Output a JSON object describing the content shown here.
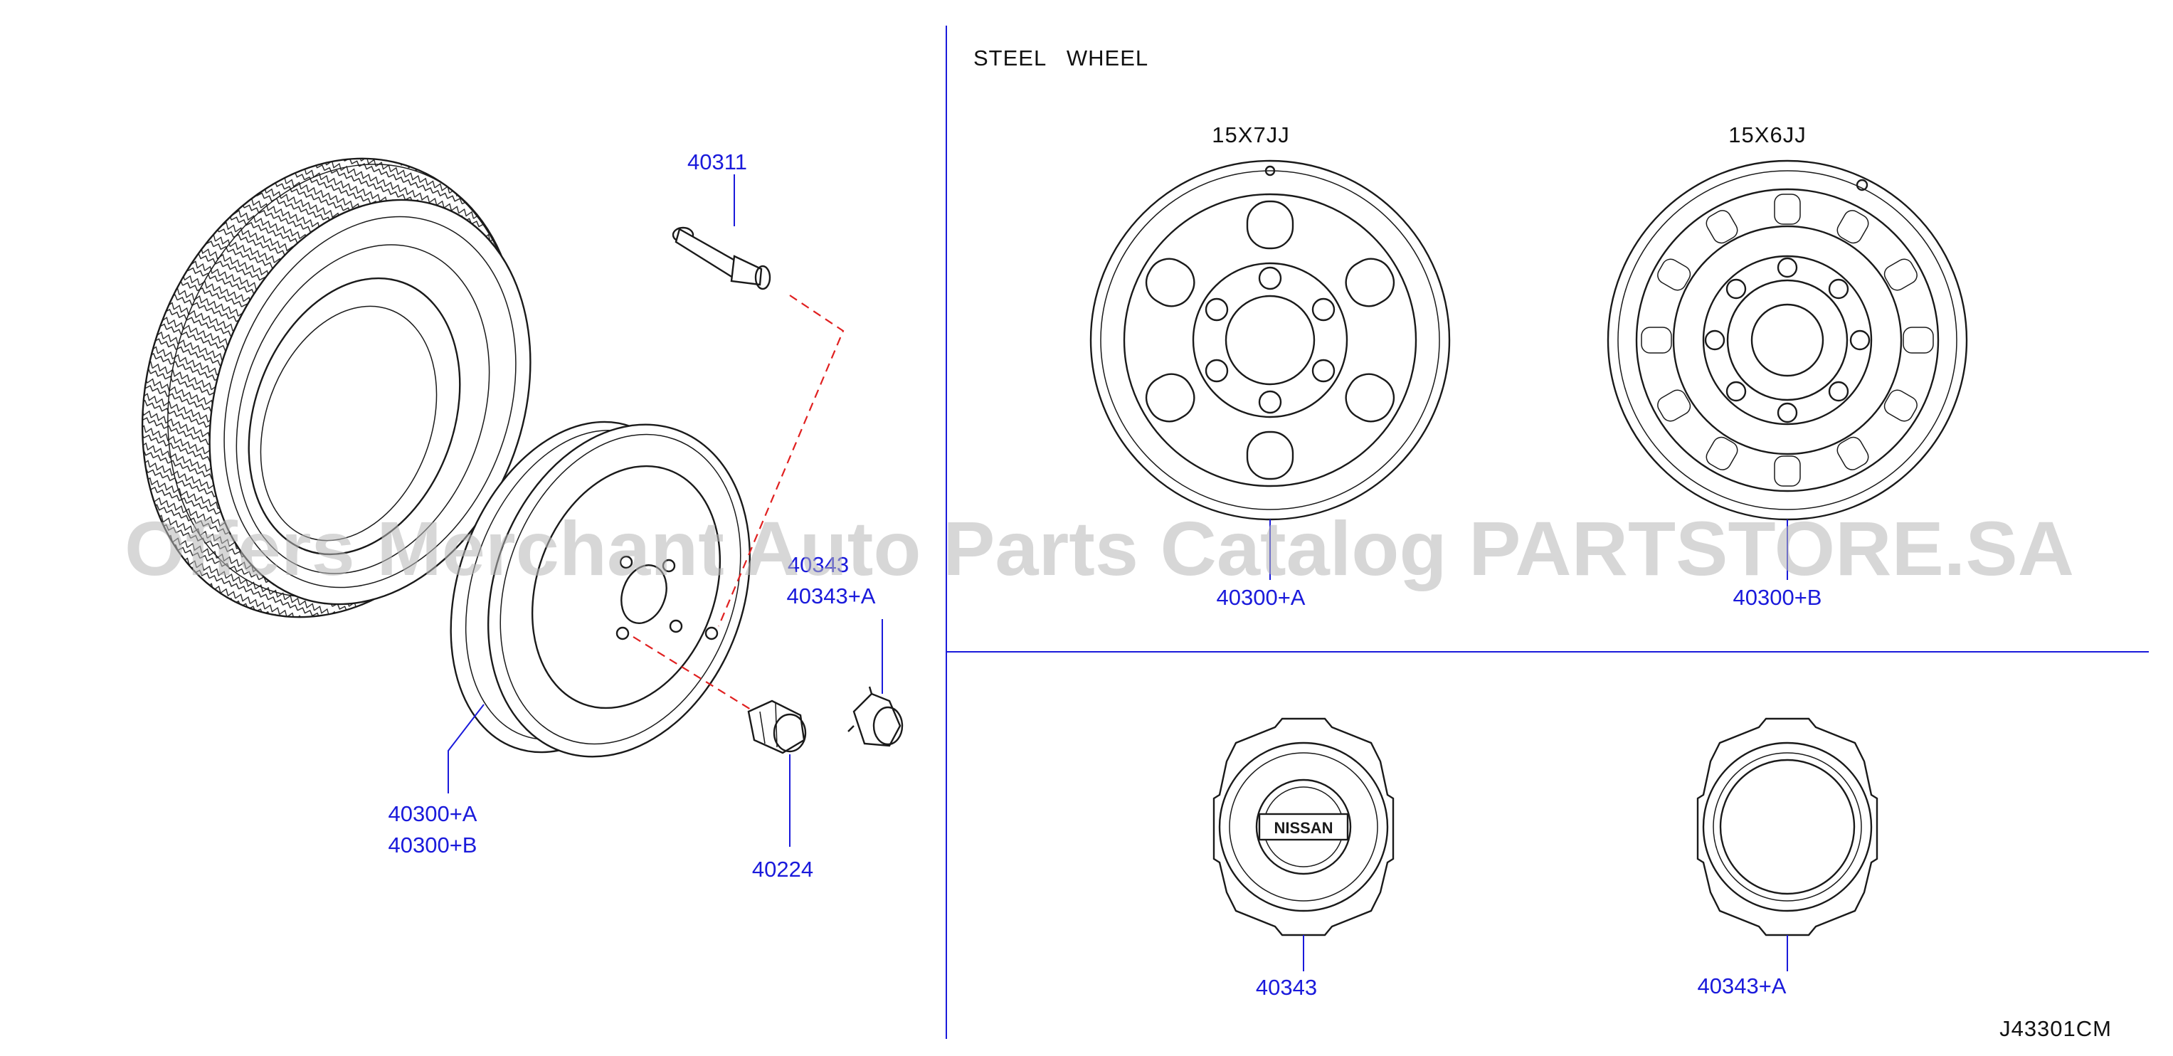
{
  "diagram": {
    "section_title": "STEEL   WHEEL",
    "drawing_code": "J43301CM",
    "watermark": "Offers Merchant Auto Parts Catalog PARTSTORE.SA",
    "colors": {
      "label": "#1a1adb",
      "leader": "#1a1adb",
      "dashed_guide": "#e02020",
      "linework": "#1a1a1a"
    },
    "wheel_sizes": {
      "wheel_a": "15X7JJ",
      "wheel_b": "15X6JJ"
    },
    "parts": {
      "valve": "40311",
      "cap_hidden": "40343",
      "cap_a_exploded": "40343+A",
      "wheel_exploded_a": "40300+A",
      "wheel_exploded_b": "40300+B",
      "nut": "40224",
      "wheel_a": "40300+A",
      "wheel_b": "40300+B",
      "cap_nissan": "40343",
      "cap_plain": "40343+A"
    },
    "emblem": "NISSAN",
    "icons": [
      "tire-icon",
      "valve-stem-icon",
      "steel-wheel-icon",
      "wheel-nut-icon",
      "center-cap-icon"
    ]
  }
}
